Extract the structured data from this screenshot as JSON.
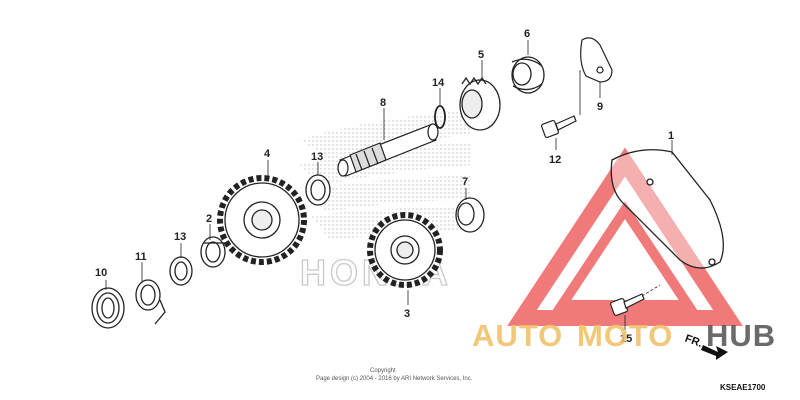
{
  "diagram": {
    "parts": [
      {
        "number": "1"
      },
      {
        "number": "2"
      },
      {
        "number": "3"
      },
      {
        "number": "4"
      },
      {
        "number": "5"
      },
      {
        "number": "6"
      },
      {
        "number": "7"
      },
      {
        "number": "8"
      },
      {
        "number": "9"
      },
      {
        "number": "10"
      },
      {
        "number": "11"
      },
      {
        "number": "12"
      },
      {
        "number": "13"
      },
      {
        "number": "13"
      },
      {
        "number": "14"
      },
      {
        "number": "15"
      }
    ],
    "background_logo_text": "HONDA",
    "footer_line1": "Copyright",
    "footer_line2": "Page design (c) 2004 - 2016 by ARI Network Services, Inc.",
    "front_label": "FR.",
    "diagram_code": "KSEAE1700"
  },
  "watermark": {
    "auto": "AUTO",
    "moto": "MOTO",
    "hub": "HUB",
    "colors": {
      "auto": "#f2c16a",
      "moto": "#f2c16a",
      "hub": "#5a5a5a",
      "triangle": "#ee6b6b"
    }
  }
}
